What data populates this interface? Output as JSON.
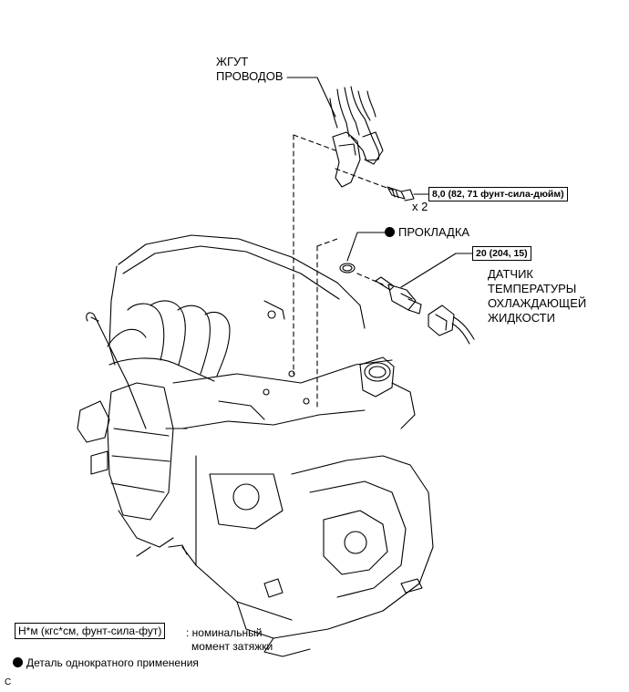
{
  "labels": {
    "harness_line1": "ЖГУТ",
    "harness_line2": "ПРОВОДОВ",
    "quantity": "x 2",
    "bolt_torque": "8,0 (82, 71 фунт-сила-дюйм)",
    "gasket": "ПРОКЛАДКА",
    "sensor_torque": "20 (204, 15)",
    "sensor_line1": "ДАТЧИК",
    "sensor_line2": "ТЕМПЕРАТУРЫ",
    "sensor_line3": "ОХЛАЖДАЮЩЕЙ",
    "sensor_line4": "ЖИДКОСТИ"
  },
  "legend": {
    "torque_unit": "Н*м (кгс*см, фунт-сила-фут)",
    "torque_desc_line1": ": номинальный",
    "torque_desc_line2": "момент затяжки",
    "non_reusable": "Деталь однократного применения"
  },
  "corner_code": "C"
}
